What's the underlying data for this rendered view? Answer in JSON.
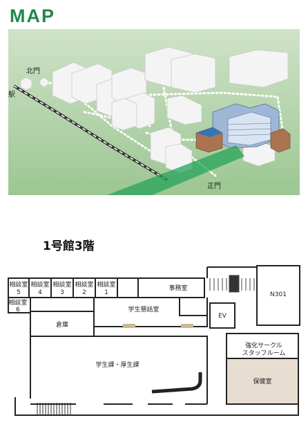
{
  "header": {
    "title": "MAP"
  },
  "campus_map": {
    "labels": {
      "north_gate": "北門",
      "station": "駅",
      "main_gate": "正門"
    },
    "colors": {
      "ground": "#a9cfa2",
      "beam": "#1f9a55",
      "building": "#f2f2f2",
      "path": "#ffffff"
    }
  },
  "floor": {
    "title": "1号館3階",
    "rooms": {
      "consult5": {
        "name": "相談室",
        "num": "5"
      },
      "consult4": {
        "name": "相談室",
        "num": "4"
      },
      "consult3": {
        "name": "相談室",
        "num": "3"
      },
      "consult2": {
        "name": "相談室",
        "num": "2"
      },
      "consult1": {
        "name": "相談室",
        "num": "1"
      },
      "consult6": {
        "name": "相談室",
        "num": "6"
      },
      "office": "事務室",
      "lounge": "学生懇話室",
      "ev": "EV",
      "n301": "N301",
      "storage": "倉庫",
      "student_affairs": "学生課・厚生課",
      "circle_staff_line1": "強化サークル",
      "circle_staff_line2": "スタッフルーム",
      "health": "保健室"
    },
    "colors": {
      "health_fill": "#e7ddd0",
      "door_fill": "#cbb98f",
      "wall": "#222222"
    }
  }
}
